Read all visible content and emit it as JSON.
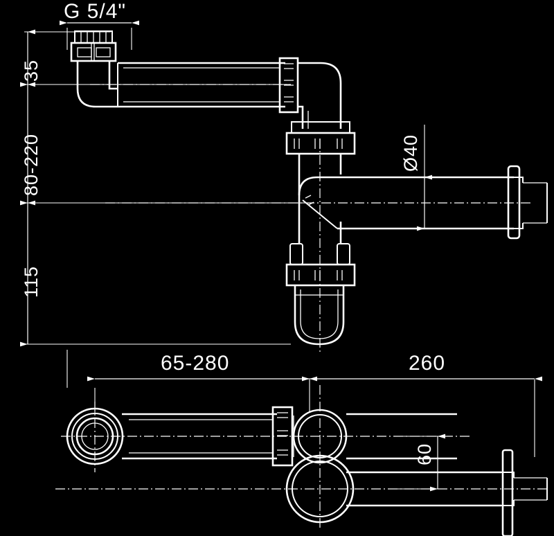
{
  "drawing": {
    "title": "Plumbing bottle trap / siphon technical drawing",
    "background_color": "#000000",
    "line_color": "#ffffff",
    "views": [
      {
        "name": "front-elevation-view",
        "position": "top"
      },
      {
        "name": "plan-bottom-view",
        "position": "bottom"
      }
    ]
  },
  "labels": {
    "thread_size": "G 5/4\"",
    "height_top": "35",
    "height_adjustable": "80-220",
    "height_bottom": "115",
    "outlet_diameter": "Ø40",
    "length_adjustable": "65-280",
    "length_outlet": "260",
    "offset_bottom": "60"
  },
  "dimensions": {
    "vertical": [
      {
        "name": "dim-35",
        "value": "35"
      },
      {
        "name": "dim-80-220",
        "value": "80-220"
      },
      {
        "name": "dim-115",
        "value": "115"
      }
    ],
    "horizontal": [
      {
        "name": "dim-65-280",
        "value": "65-280"
      },
      {
        "name": "dim-260",
        "value": "260"
      }
    ],
    "diameters": [
      {
        "name": "dim-diameter-40",
        "value": "Ø40"
      },
      {
        "name": "dim-offset-60",
        "value": "60"
      }
    ],
    "thread": [
      {
        "name": "dim-thread-g54",
        "value": "G 5/4\""
      }
    ]
  }
}
